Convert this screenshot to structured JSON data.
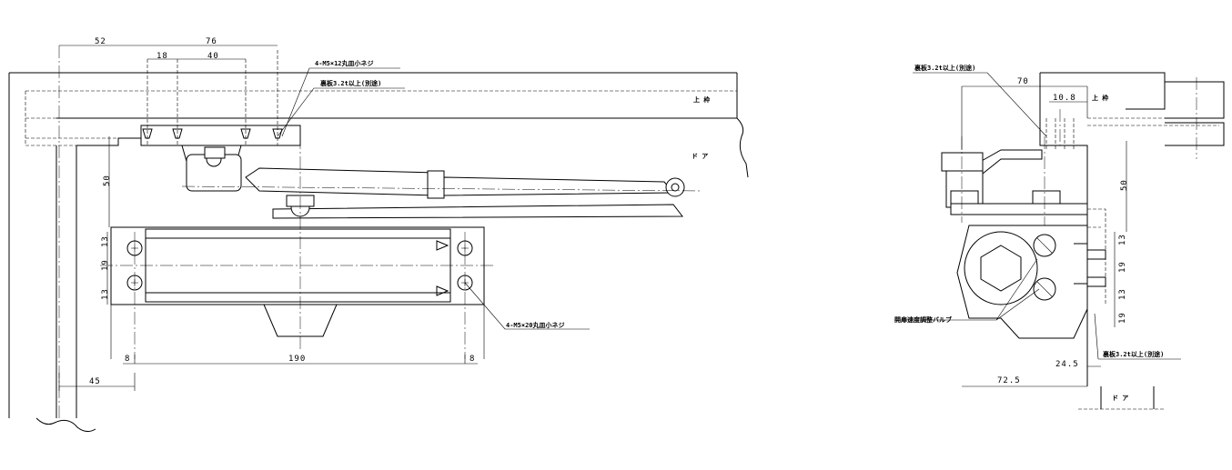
{
  "front_view": {
    "dims": {
      "d52": "52",
      "d76": "76",
      "d18": "18",
      "d40": "40",
      "d50": "50",
      "d13a": "13",
      "d19": "19",
      "d13b": "13",
      "d8a": "8",
      "d190": "190",
      "d8b": "8",
      "d45": "45"
    },
    "labels": {
      "top_screws": "4-M5×12丸皿小ネジ",
      "backing_plate": "裏板3.2t以上(別途)",
      "frame": "上 枠",
      "door": "ド ア",
      "body_screws": "4-M5×20丸皿小ネジ"
    }
  },
  "side_view": {
    "dims": {
      "d70": "70",
      "d10_8": "10.8",
      "d50": "50",
      "d13a": "13",
      "d19a": "19",
      "d13b": "13",
      "d19b": "19",
      "d24_5": "24.5",
      "d72_5": "72.5"
    },
    "labels": {
      "backing_plate_top": "裏板3.2t以上(別途)",
      "frame": "上 枠",
      "valve": "開扉速度調整バルブ",
      "backing_plate_bottom": "裏板3.2t以上(別途)",
      "door": "ド ア"
    }
  }
}
